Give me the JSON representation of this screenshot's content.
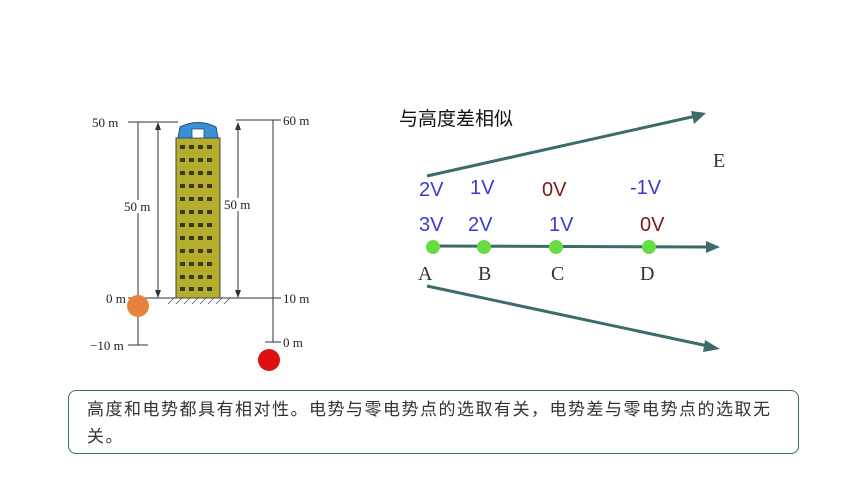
{
  "left_diagram": {
    "left_scale": {
      "top": "50 m",
      "middle": "50 m",
      "zero": "0 m",
      "bottom": "−10 m"
    },
    "right_scale": {
      "top": "60 m",
      "middle": "50 m",
      "ten": "10 m",
      "zero": "0 m"
    },
    "colors": {
      "orange_ball": "#e8823a",
      "red_ball": "#dd1111",
      "building": "#b5ad2c",
      "roof": "#3b8fd6"
    }
  },
  "right_diagram": {
    "title": "与高度差相似",
    "field_label": "E",
    "upper_row": [
      "2V",
      "1V",
      "0V",
      "-1V"
    ],
    "lower_row": [
      "3V",
      "2V",
      "1V",
      "0V"
    ],
    "points": [
      "A",
      "B",
      "C",
      "D"
    ],
    "colors": {
      "arrow": "#3d6b6a",
      "point": "#66dd44",
      "blue_text": "#3a3ad0",
      "red_text": "#7a1a1a"
    }
  },
  "note": "高度和电势都具有相对性。电势与零电势点的选取有关，电势差与零电势点的选取无关。"
}
